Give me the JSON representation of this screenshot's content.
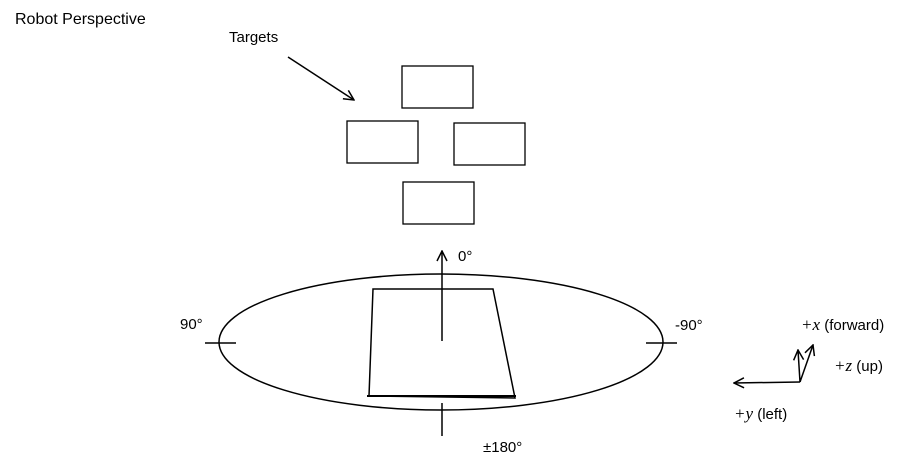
{
  "title": "Robot Perspective",
  "targets_label": "Targets",
  "angles": {
    "front": "0°",
    "left": "90°",
    "right": "-90°",
    "back": "±180°"
  },
  "axes": {
    "x": {
      "symbol": "+x",
      "desc": "(forward)"
    },
    "z": {
      "symbol": "+z",
      "desc": "(up)"
    },
    "y": {
      "symbol": "+y",
      "desc": "(left)"
    }
  },
  "colors": {
    "stroke": "#000000",
    "background": "#ffffff"
  }
}
